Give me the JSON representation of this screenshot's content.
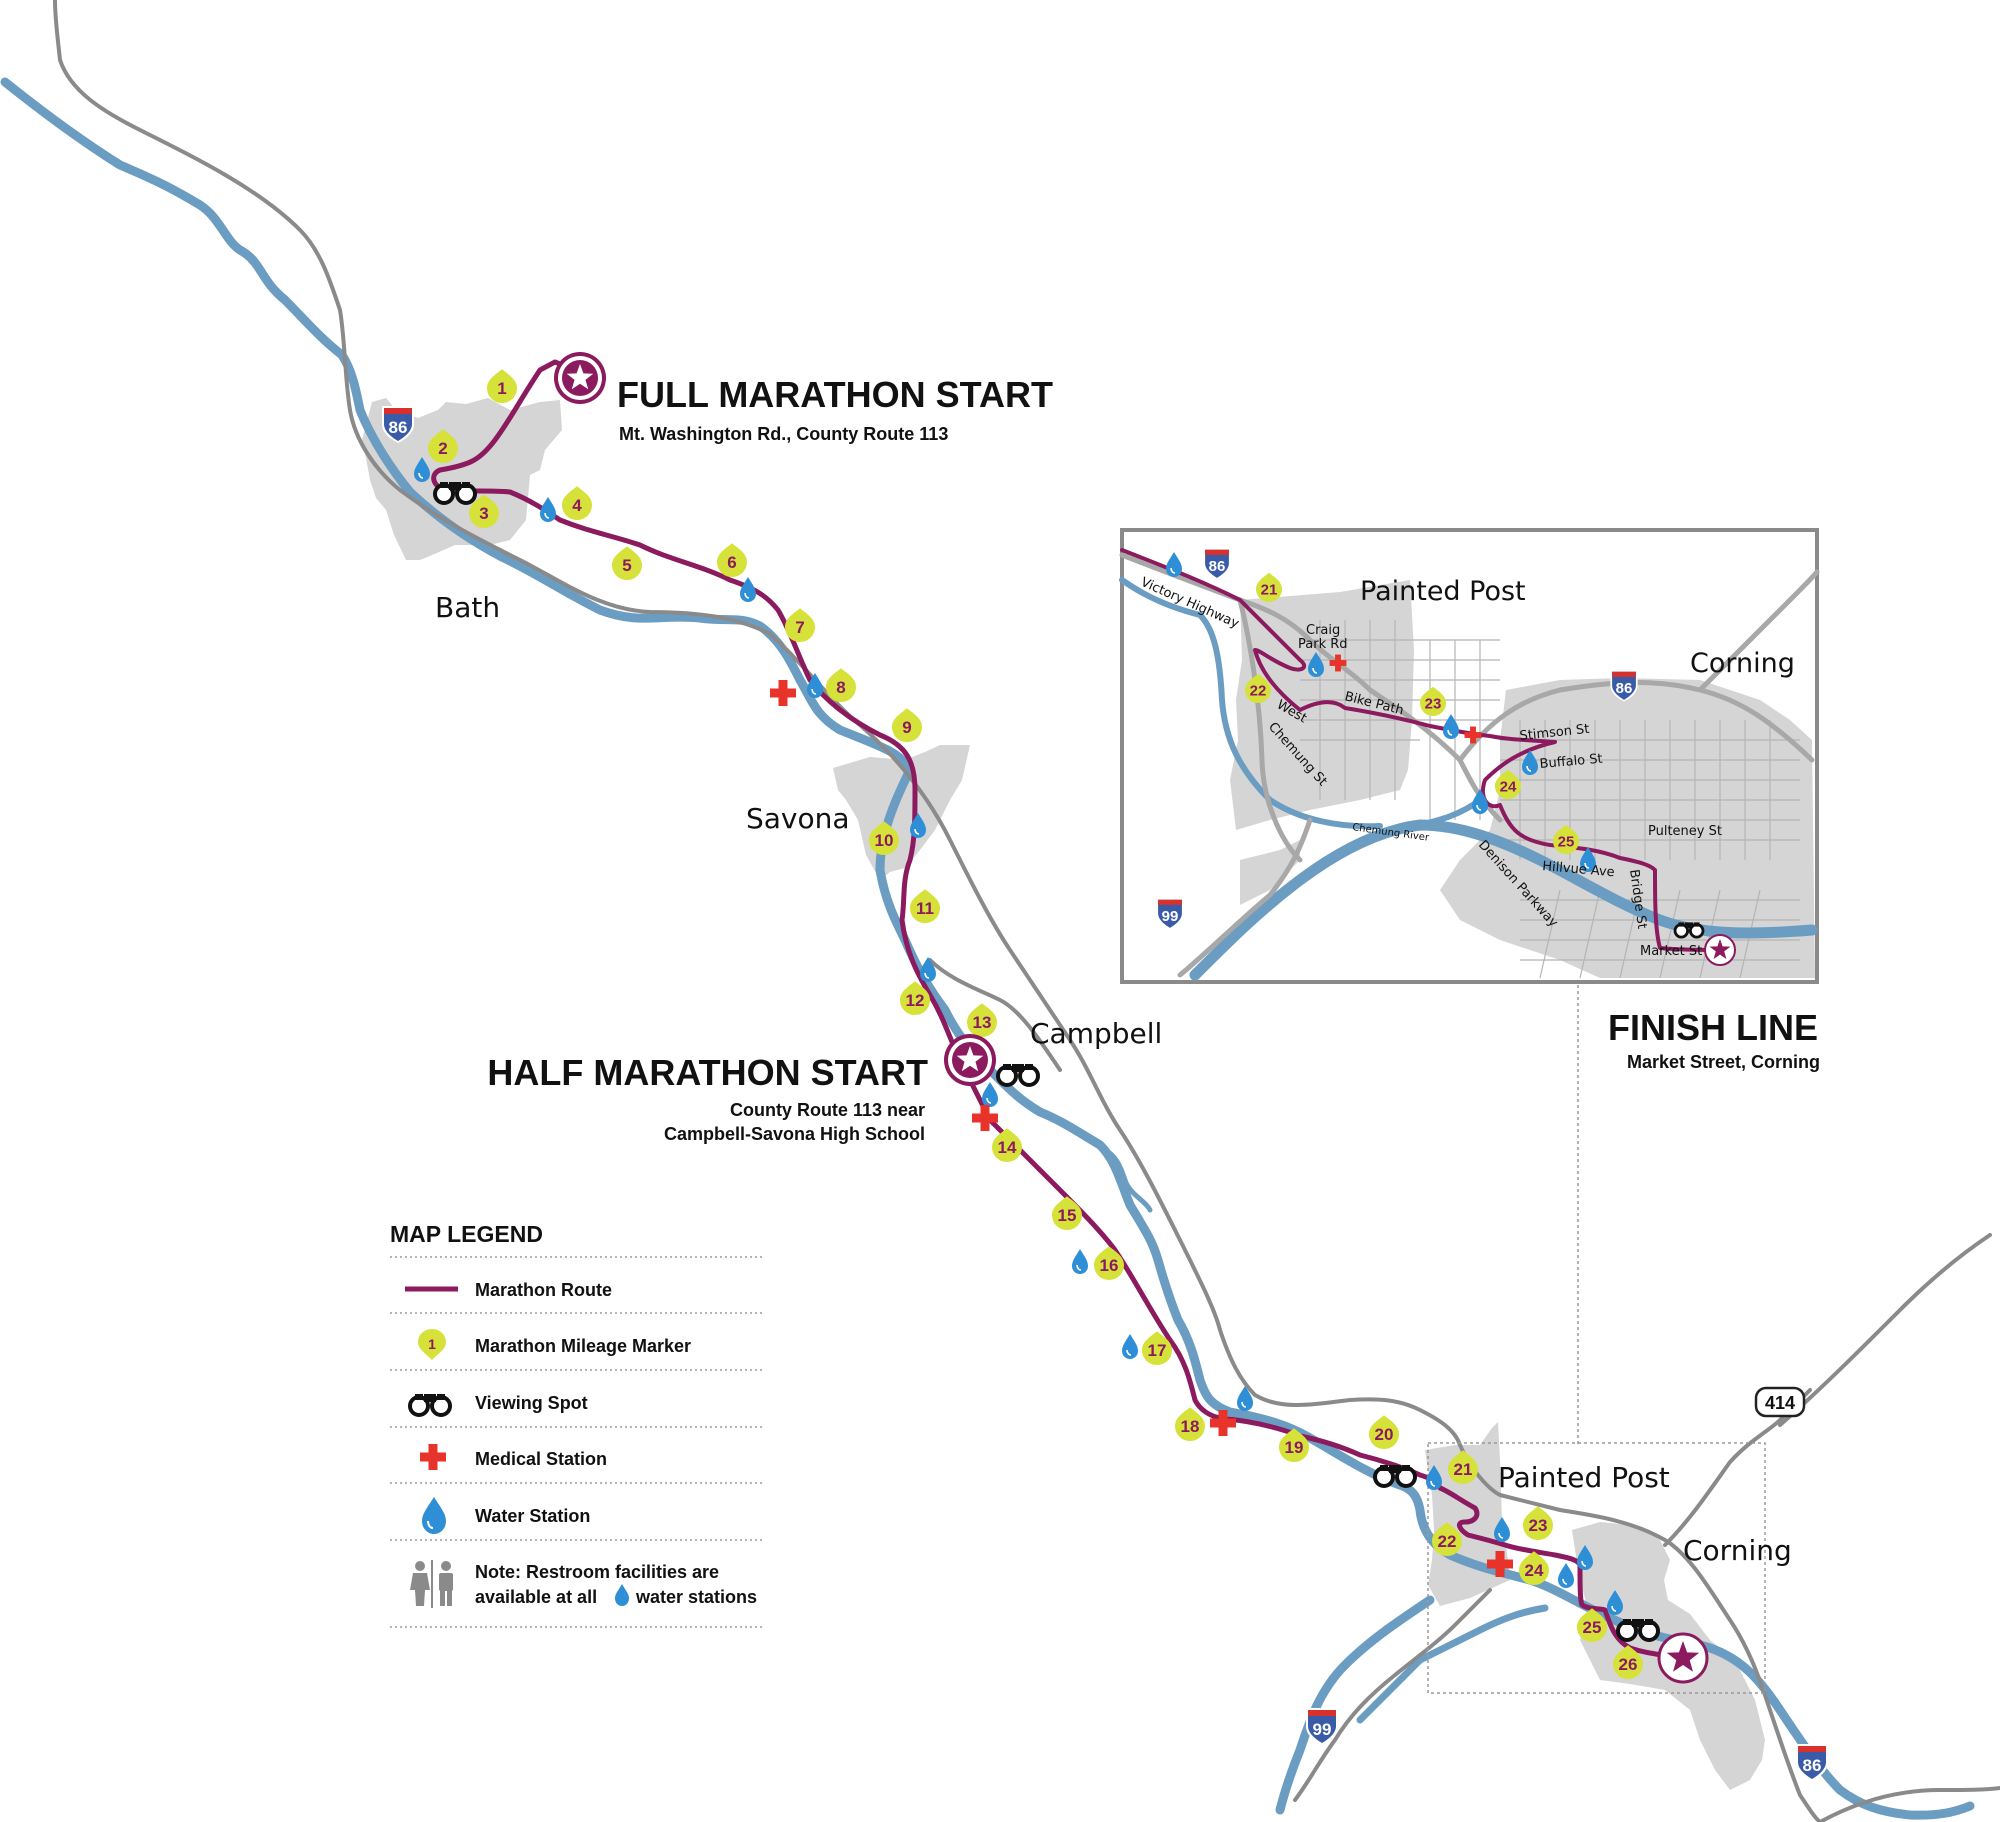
{
  "titles": {
    "full_start": "FULL MARATHON START",
    "full_start_sub": "Mt. Washington Rd., County Route 113",
    "half_start": "HALF MARATHON START",
    "half_start_sub1": "County Route 113 near",
    "half_start_sub2": "Campbell-Savona High School",
    "finish": "FINISH LINE",
    "finish_sub": "Market Street, Corning"
  },
  "towns": {
    "bath": "Bath",
    "savona": "Savona",
    "campbell": "Campbell",
    "painted_post": "Painted Post",
    "corning": "Corning"
  },
  "shields": {
    "i86": "86",
    "i99": "99",
    "r414": "414"
  },
  "streets": {
    "victory": "Victory Highway",
    "craig": "Craig",
    "park_rd": "Park Rd",
    "west": "West",
    "chemung_st": "Chemung St",
    "bike_path": "Bike Path",
    "stimson": "Stimson St",
    "buffalo": "Buffalo St",
    "pulteney": "Pulteney St",
    "hillvue": "Hillvue Ave",
    "bridge": "Bridge St",
    "denison": "Denison Parkway",
    "chemung_river": "Chemung River",
    "market": "Market St"
  },
  "mile_markers": [
    "1",
    "2",
    "3",
    "4",
    "5",
    "6",
    "7",
    "8",
    "9",
    "10",
    "11",
    "12",
    "13",
    "14",
    "15",
    "16",
    "17",
    "18",
    "19",
    "20",
    "21",
    "22",
    "23",
    "24",
    "25",
    "26"
  ],
  "inset_markers": [
    "21",
    "22",
    "23",
    "24",
    "25"
  ],
  "legend": {
    "title": "MAP LEGEND",
    "route": "Marathon Route",
    "marker_sample": "1",
    "marker": "Marathon Mileage Marker",
    "viewing": "Viewing Spot",
    "medical": "Medical Station",
    "water": "Water Station",
    "note1": "Note: Restroom facilities are",
    "note2a": "available at all",
    "note2b": "water stations"
  },
  "colors": {
    "route": "#8b1a5e",
    "river": "#6b9dc2",
    "road": "#8a8a8a",
    "town": "#d5d5d5",
    "marker": "#d6e23a",
    "medical": "#e8332a",
    "water": "#2f8fd6"
  }
}
